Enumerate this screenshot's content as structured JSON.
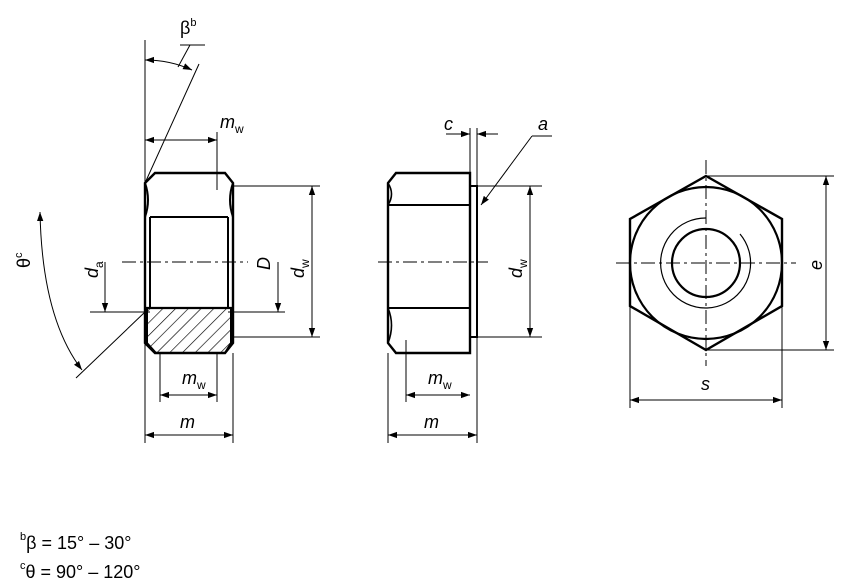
{
  "labels": {
    "beta": "β",
    "beta_sup": "b",
    "theta": "θ",
    "theta_sup": "c",
    "mw": "m",
    "mw_sub": "w",
    "m": "m",
    "c": "c",
    "a": "a",
    "da": "d",
    "da_sub": "a",
    "D": "D",
    "dw": "d",
    "dw_sub": "w",
    "e": "e",
    "s": "s"
  },
  "notes": [
    {
      "sup": "b",
      "text": "β = 15° – 30°"
    },
    {
      "sup": "c",
      "text": "θ = 90° – 120°"
    }
  ]
}
